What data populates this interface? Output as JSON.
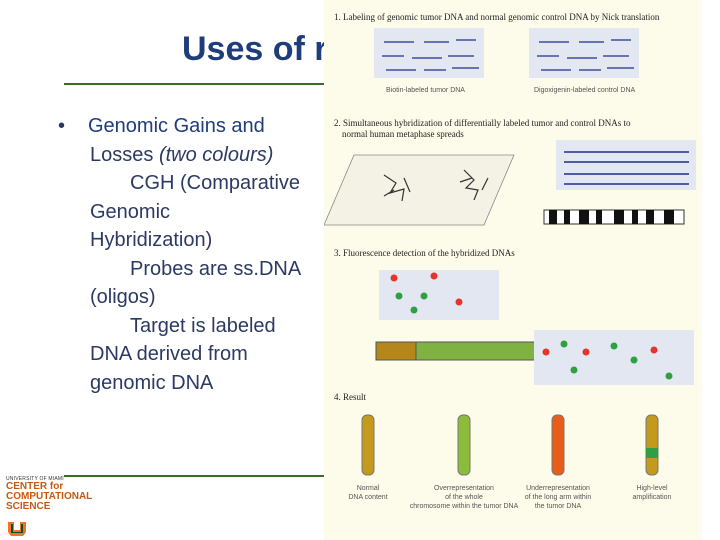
{
  "slide": {
    "title": "Uses of r",
    "bullet_lead": "Genomic Gains and",
    "bullet_lead_2": "Losses",
    "bullet_paren": "(two colours)",
    "lines": [
      "CGH (Comparative",
      "Genomic",
      "Hybridization)",
      "Probes are ss.DNA",
      "(oligos)",
      "Target is labeled",
      "DNA derived from",
      "genomic DNA"
    ]
  },
  "logo": {
    "line1": "UNIVERSITY OF MIAMI",
    "line2": "CENTER for",
    "line3": "COMPUTATIONAL",
    "line4": "SCIENCE"
  },
  "figure": {
    "step1": "1. Labeling of genomic tumor DNA and normal genomic control DNA by Nick translation",
    "step1_cap_a": "Biotin-labeled tumor DNA",
    "step1_cap_b": "Digoxigenin-labeled control DNA",
    "step2": "2. Simultaneous hybridization of differentially labeled tumor and control DNAs to",
    "step2b": "normal human metaphase spreads",
    "step3": "3. Fluorescence detection of the hybridized DNAs",
    "step4": "4. Result",
    "results": [
      {
        "l1": "Normal",
        "l2": "DNA content",
        "l3": ""
      },
      {
        "l1": "Overrepresentation",
        "l2": "of the whole",
        "l3": "chromosome within the tumor DNA"
      },
      {
        "l1": "Underrepresentation",
        "l2": "of the long arm within",
        "l3": "the tumor DNA"
      },
      {
        "l1": "High-level",
        "l2": "amplification",
        "l3": ""
      }
    ],
    "colors": {
      "tumor": "#e6342a",
      "control": "#2ea043",
      "normal": "#c49a1c",
      "gain": "#8cbc3a",
      "loss": "#e85d1a",
      "probe": "#1e2f8c"
    }
  }
}
